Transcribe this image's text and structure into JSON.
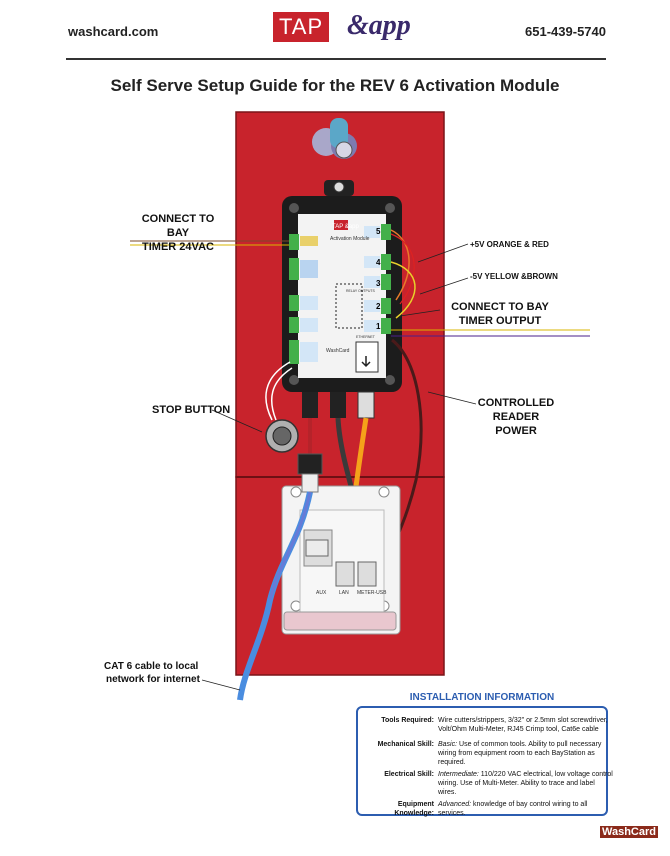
{
  "header": {
    "website": "washcard.com",
    "phone": "651-439-5740",
    "logo_tap": "TAP",
    "logo_app": "&app"
  },
  "title": "Self Serve Setup Guide for the REV 6 Activation Module",
  "labels": {
    "connect_bay_timer_24vac": [
      "CONNECT TO BAY",
      "TIMER 24VAC"
    ],
    "plus5v": "+5V  ORANGE & RED",
    "minus5v": "-5V   YELLOW &BROWN",
    "connect_bay_timer_output": [
      "CONNECT TO BAY",
      "TIMER OUTPUT"
    ],
    "stop_button": "STOP BUTTON",
    "controlled_reader_power": [
      "CONTROLLED",
      "READER POWER"
    ],
    "cat6": [
      "CAT 6 cable to local",
      "network for internet"
    ]
  },
  "module": {
    "brand": "TAP &app",
    "subtitle": "Activation Module",
    "relay_numbers": [
      "5",
      "4",
      "3",
      "2",
      "1"
    ],
    "relay_outputs_label": "RELAY OUTPUTS",
    "ethernet_label": "ETHERNET",
    "washcard_label": "WashCard"
  },
  "reader": {
    "ports": [
      "AUX",
      "LAN",
      "METER-USB"
    ]
  },
  "installation": {
    "title": "INSTALLATION INFORMATION",
    "rows": [
      {
        "key": "Tools Required:",
        "lead": "",
        "value": "Wire cutters/strippers,  3/32\" or 2.5mm slot screwdriver, Volt/Ohm Multi-Meter, RJ45 Crimp tool, Cat6e cable"
      },
      {
        "key": "Mechanical Skill:",
        "lead": "Basic:",
        "value": " Use of common tools.  Ability to pull necessary wiring from equipment room to each BayStation as required."
      },
      {
        "key": "Electrical Skill:",
        "lead": "Intermediate:",
        "value": " 110/220 VAC electrical, low voltage control wiring. Use of Multi-Meter. Ability to trace and label wires."
      },
      {
        "key": "Equipment Knowledge:",
        "lead": "Advanced:",
        "value": "  knowledge of bay control wiring to all services."
      }
    ]
  },
  "footer_logo": "WashCard",
  "colors": {
    "panel_red": "#c8232c",
    "panel_dark": "#8f1519",
    "accent_blue": "#2c5db0",
    "orange_wire": "#f5a21a",
    "cat6_blue": "#4a8de0"
  }
}
